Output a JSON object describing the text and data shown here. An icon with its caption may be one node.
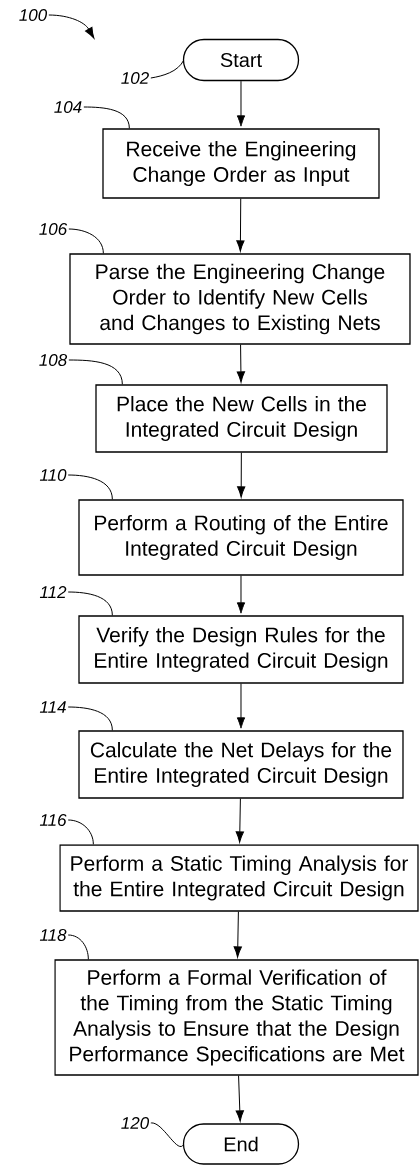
{
  "diagram": {
    "nodes": [
      {
        "text": [
          "100"
        ]
      },
      {
        "text": [
          "Start"
        ]
      },
      {
        "text": [
          "102"
        ]
      },
      {
        "text": [
          "104"
        ]
      },
      {
        "text": [
          "Receive the Engineering Change Order as Input"
        ]
      },
      {
        "text": [
          "106"
        ]
      },
      {
        "text": [
          "Parse the Engineering Change Order to Identify New Cells and Changes to Existing Nets"
        ]
      },
      {
        "text": [
          "108"
        ]
      },
      {
        "text": [
          "Place the New Cells in the Integrated Circuit Design"
        ]
      },
      {
        "text": [
          "110"
        ]
      },
      {
        "text": [
          "Perform a Routing of the Entire Integrated Circuit Design"
        ]
      },
      {
        "text": [
          "112"
        ]
      },
      {
        "text": [
          "Verify the Design Rules for the Entire Integrated Circuit Design"
        ]
      },
      {
        "text": [
          "114"
        ]
      },
      {
        "text": [
          "Calculate the Net Delays for the Entire Integrated Circuit Design"
        ]
      },
      {
        "text": [
          "116"
        ]
      },
      {
        "text": [
          "Perform a Static Timing Analysis for the Entire Integrated Circuit Design"
        ]
      },
      {
        "text": [
          "118"
        ]
      },
      {
        "text": [
          "Perform a Formal Verification of the Timing from the Static Timing Analysis to Ensure that the Design Performance Specifications are Met"
        ]
      },
      {
        "text": [
          "120"
        ]
      },
      {
        "text": [
          "End"
        ]
      }
    ],
    "edges": [
      {
        "from": 1,
        "to": 4,
        "arrow": "to"
      },
      {
        "from": 4,
        "to": 6,
        "arrow": "to"
      },
      {
        "from": 6,
        "to": 8,
        "arrow": "to"
      },
      {
        "from": 8,
        "to": 10,
        "arrow": "to"
      },
      {
        "from": 10,
        "to": 12,
        "arrow": "to"
      },
      {
        "from": 12,
        "to": 14,
        "arrow": "to"
      },
      {
        "from": 14,
        "to": 16,
        "arrow": "to"
      },
      {
        "from": 16,
        "to": 18,
        "arrow": "to"
      },
      {
        "from": 18,
        "to": 20,
        "arrow": "to"
      },
      {
        "from": 0,
        "to": null,
        "arrow": "to"
      },
      {
        "from": 2,
        "to": 1,
        "arrow": "none"
      },
      {
        "from": 3,
        "to": 4,
        "arrow": "none"
      },
      {
        "from": 5,
        "to": 6,
        "arrow": "none"
      },
      {
        "from": 7,
        "to": 8,
        "arrow": "none"
      },
      {
        "from": 9,
        "to": 10,
        "arrow": "none"
      },
      {
        "from": 11,
        "to": 12,
        "arrow": "none"
      },
      {
        "from": 13,
        "to": 14,
        "arrow": "none"
      },
      {
        "from": 15,
        "to": 16,
        "arrow": "none"
      },
      {
        "from": 17,
        "to": 18,
        "arrow": "none"
      },
      {
        "from": 19,
        "to": 20,
        "arrow": "none"
      }
    ]
  }
}
